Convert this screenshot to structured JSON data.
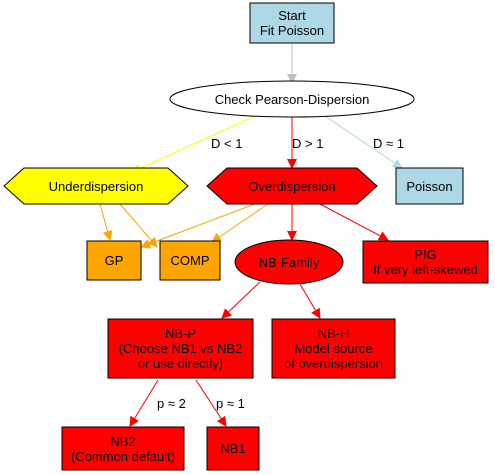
{
  "colors": {
    "start_fill": "#add8e6",
    "poisson_fill": "#add8e6",
    "check_fill": "#ffffff",
    "under_fill": "#ffff00",
    "over_fill": "#ff0000",
    "orange_fill": "#ffa500",
    "red_fill": "#ff0000",
    "node_stroke": "#000000",
    "edge_gray": "#c0c0c0",
    "edge_yellow": "#ffff00",
    "edge_red": "#ff0000",
    "edge_lightblue": "#add8e6",
    "edge_orange": "#ffa500"
  },
  "nodes": {
    "start": "Start\nFit Poisson",
    "check": "Check Pearson-Dispersion",
    "under": "Underdispersion",
    "over": "Overdispersion",
    "poisson": "Poisson",
    "gp": "GP",
    "comp": "COMP",
    "nbfamily": "NB-Family",
    "pig": "PIG\nIf very left-skewed",
    "nbp": "NB-P\n(Choose NB1 vs NB2\nor use directly)",
    "nbh": "NB-H\nModel source\nof overdispersion",
    "nb2": "NB2\n(Common default)",
    "nb1": "NB1"
  },
  "edges": {
    "d_lt_1": "D < 1",
    "d_gt_1": "D > 1",
    "d_approx_1": "D ≈ 1",
    "p_approx_2": "p ≈ 2",
    "p_approx_1": "p ≈ 1"
  }
}
